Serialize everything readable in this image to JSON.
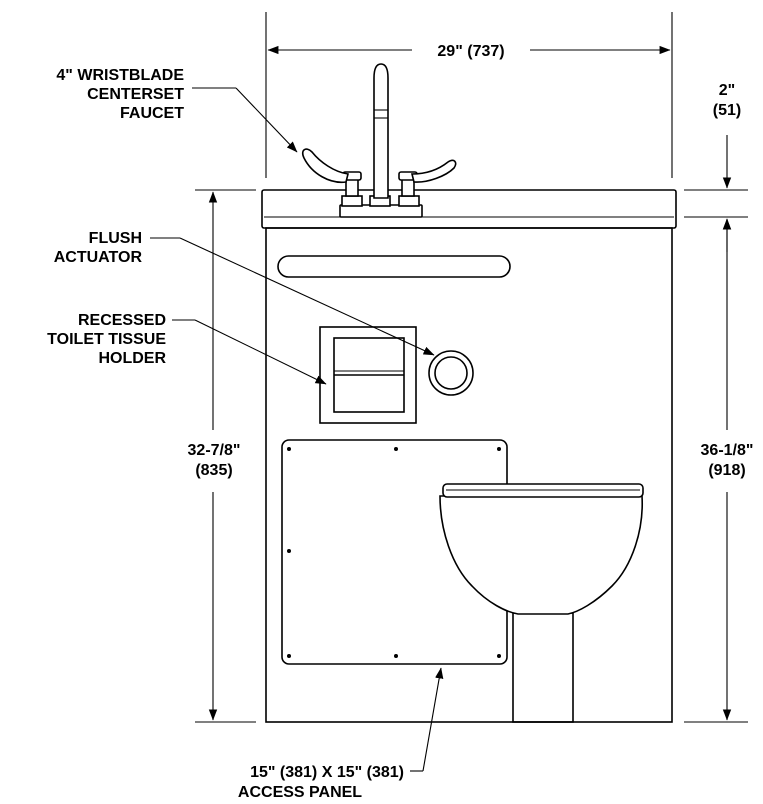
{
  "dimensions": {
    "overall_width": "29\" (737)",
    "deck_height": {
      "imperial": "2\"",
      "metric": "(51)"
    },
    "cabinet_height": {
      "imperial": "32-7/8\"",
      "metric": "(835)"
    },
    "overall_height": {
      "imperial": "36-1/8\"",
      "metric": "(918)"
    }
  },
  "callouts": {
    "faucet": {
      "line1": "4\" WRISTBLADE",
      "line2": "CENTERSET",
      "line3": "FAUCET"
    },
    "flush": {
      "line1": "FLUSH",
      "line2": "ACTUATOR"
    },
    "tissue": {
      "line1": "RECESSED",
      "line2": "TOILET TISSUE",
      "line3": "HOLDER"
    },
    "access": {
      "line1": "15\" (381) X 15\" (381)",
      "line2": "ACCESS PANEL"
    }
  }
}
